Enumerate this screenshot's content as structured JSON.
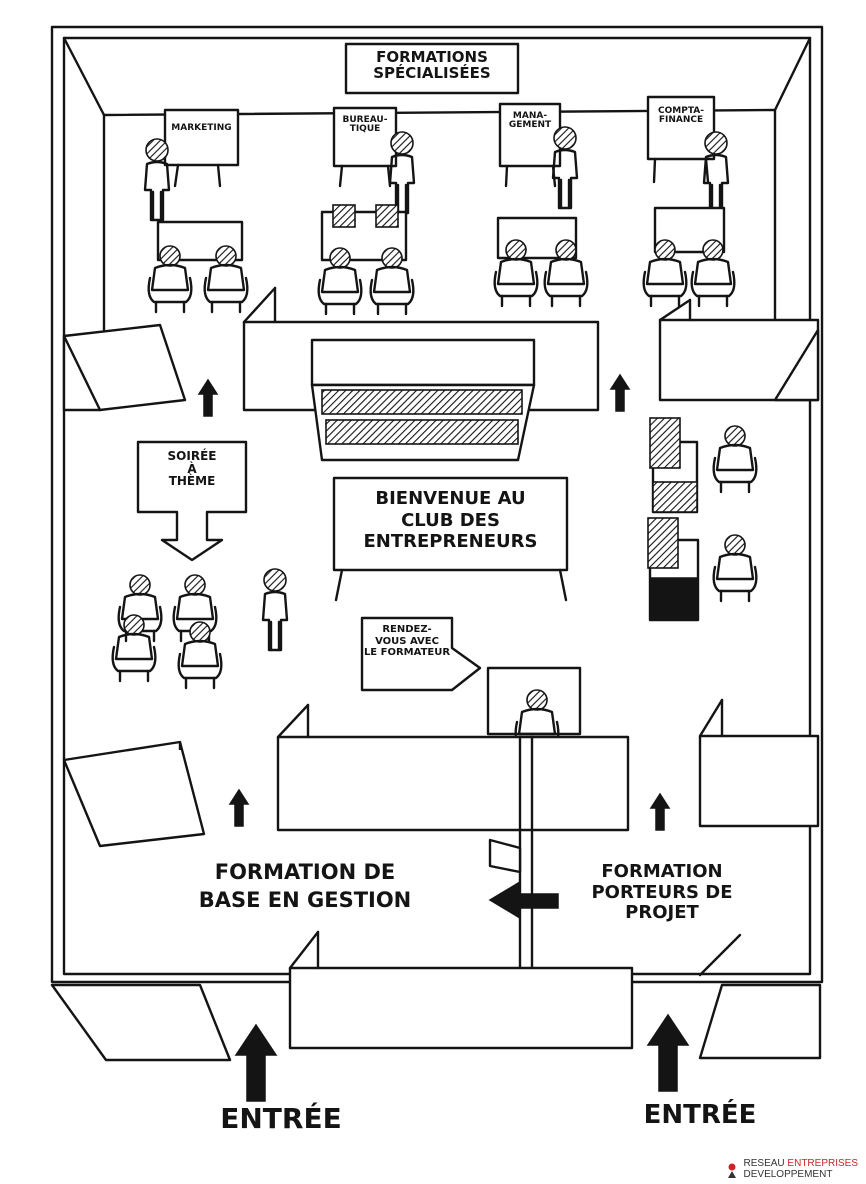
{
  "labels": {
    "specialized_training": "Formations\nspécialisées",
    "marketing": "Marketing",
    "office_tools": "Bureau-\ntique",
    "management": "Mana-\ngement",
    "accounting": "Compta-\nfinance",
    "theme_evening": "Soirée\nà\nthème",
    "welcome": "Bienvenue au\nclub des\nentrepreneurs",
    "meeting_trainer": "Rendez-\nvous avec\nle formateur",
    "basic_management_training": "Formation de\nbase en gestion",
    "project_holders_training": "Formation\nporteurs de\nprojet",
    "entrance_left": "Entrée",
    "entrance_right": "Entrée"
  },
  "logo": {
    "word1": "Reseau",
    "word2": "Entreprises",
    "word3": "Developpement",
    "accent_color": "#c9252b"
  }
}
